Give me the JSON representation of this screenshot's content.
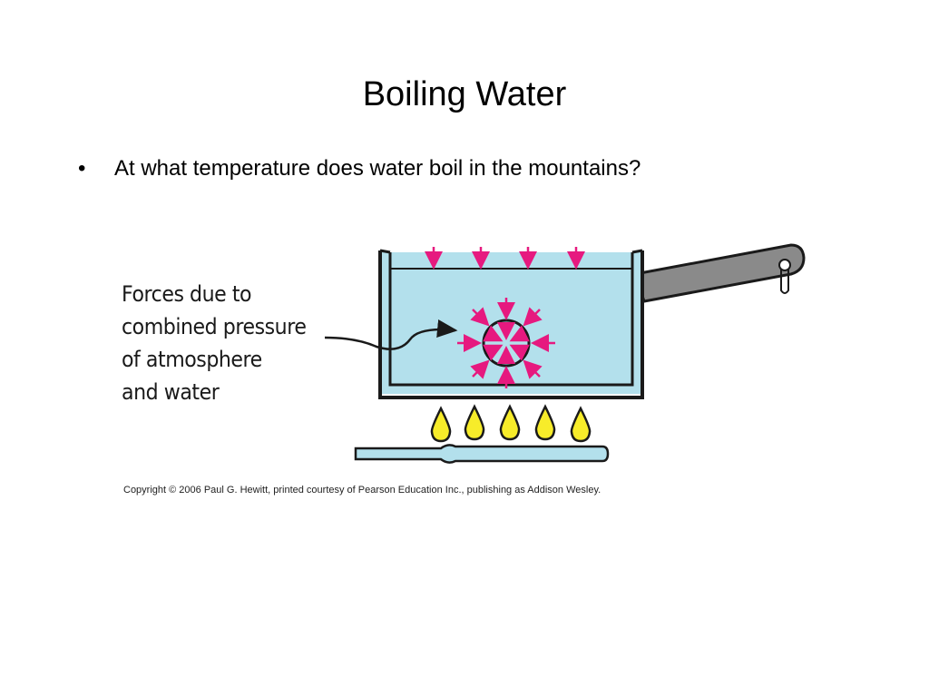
{
  "slide": {
    "title": "Boiling Water",
    "bullets": [
      {
        "marker": "•",
        "text": "At what temperature does water boil in the mountains?"
      }
    ]
  },
  "figure": {
    "callout_lines": [
      "Forces due to",
      "combined pressure",
      "of atmosphere",
      "and water"
    ],
    "caption": "Copyright © 2006 Paul G. Hewitt, printed courtesy of Pearson Education Inc., publishing as Addison Wesley.",
    "colors": {
      "water": "#b3e0ec",
      "arrows": "#e6197f",
      "flame_fill": "#f7ec2a",
      "handle": "#8a8a8a",
      "burner": "#b3e0ec",
      "outline": "#1a1a1a"
    },
    "icons": [
      "pot-icon",
      "bubble-icon",
      "flame-icon",
      "burner-icon"
    ]
  }
}
